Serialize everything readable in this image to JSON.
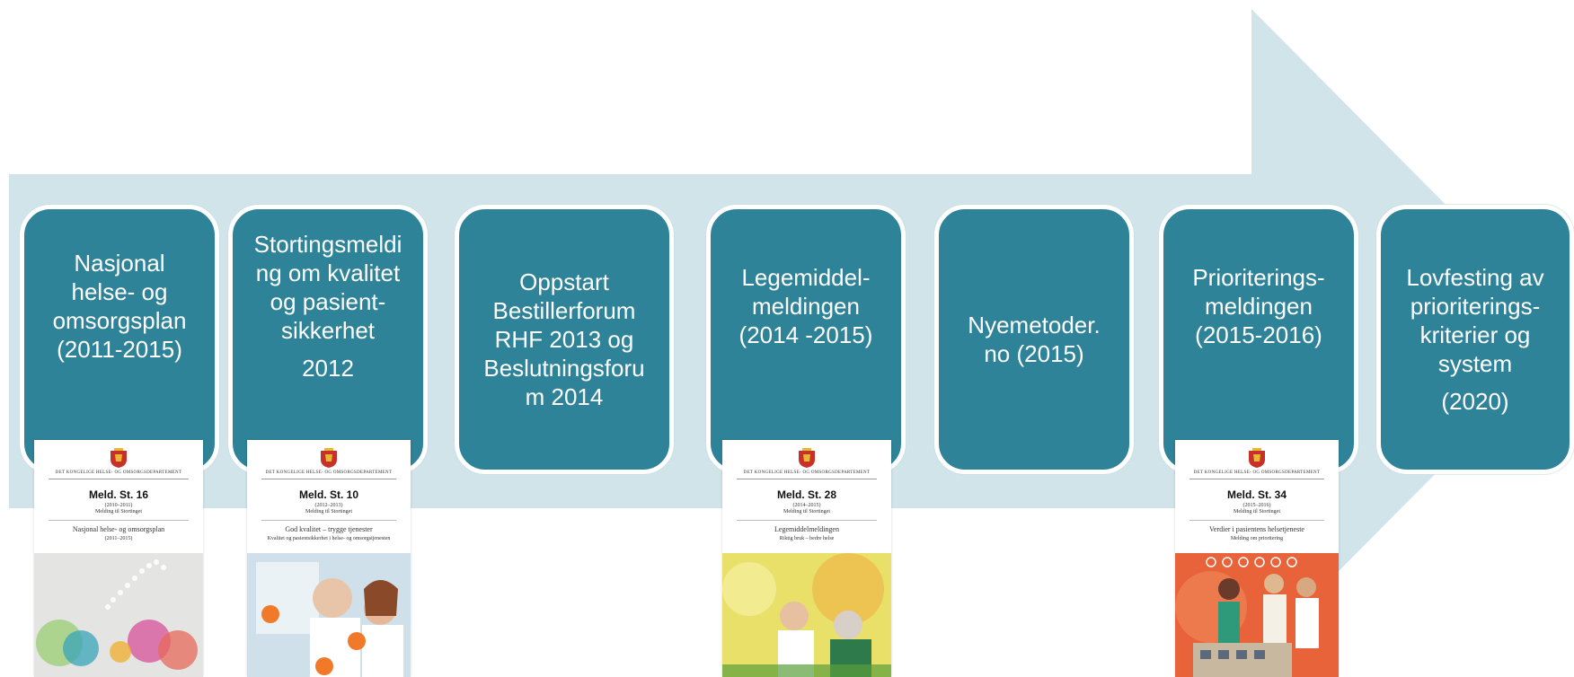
{
  "colors": {
    "arrow": "#d0e4ea",
    "box": "#2e8398",
    "box_text": "#ffffff"
  },
  "steps": [
    {
      "lines": [
        "Nasjonal",
        "helse- og",
        "omsorgsplan",
        "(2011-2015)"
      ],
      "year": ""
    },
    {
      "lines": [
        "Stortingsmeldi",
        "ng om kvalitet",
        "og pasient-",
        "sikkerhet"
      ],
      "year": "2012"
    },
    {
      "lines": [
        "Oppstart",
        "Bestillerforum",
        "RHF 2013 og",
        "Beslutningsforu",
        "m 2014"
      ],
      "year": ""
    },
    {
      "lines": [
        "Legemiddel-",
        "meldingen",
        "(2014 -2015)"
      ],
      "year": ""
    },
    {
      "lines": [
        "Nyemetoder.",
        "no (2015)"
      ],
      "year": ""
    },
    {
      "lines": [
        "Prioriterings-",
        "meldingen",
        "(2015-2016)"
      ],
      "year": ""
    },
    {
      "lines": [
        "Lovfesting av",
        "prioriterings-",
        "kriterier og",
        "system"
      ],
      "year": "(2020)"
    }
  ],
  "documents": [
    {
      "dept": "DET KONGELIGE HELSE- OG OMSORGSDEPARTEMENT",
      "number": "Meld. St. 16",
      "years": "(2010–2011)",
      "sub": "Melding til Stortinget",
      "title": "Nasjonal helse- og omsorgsplan",
      "title2": "(2011–2015)",
      "image": "dotted-map-circles"
    },
    {
      "dept": "DET KONGELIGE HELSE- OG OMSORGSDEPARTEMENT",
      "number": "Meld. St. 10",
      "years": "(2012–2013)",
      "sub": "Melding til Stortinget",
      "title": "God kvalitet – trygge tjenester",
      "title2": "Kvalitet og pasientsikkerhet i helse- og omsorgstjenesten",
      "image": "doctors-xray"
    },
    {
      "dept": "DET KONGELIGE HELSE- OG OMSORGSDEPARTEMENT",
      "number": "Meld. St. 28",
      "years": "(2014–2015)",
      "sub": "Melding til Stortinget",
      "title": "Legemiddelmeldingen",
      "title2": "Riktig bruk – bedre helse",
      "image": "nurse-patient-yellow"
    },
    {
      "dept": "DET KONGELIGE HELSE- OG OMSORGSDEPARTEMENT",
      "number": "Meld. St. 34",
      "years": "(2015–2016)",
      "sub": "Melding til Stortinget",
      "title": "Verdier i pasientens helsetjeneste",
      "title2": "Melding om prioritering",
      "image": "family-hospital-red"
    }
  ]
}
